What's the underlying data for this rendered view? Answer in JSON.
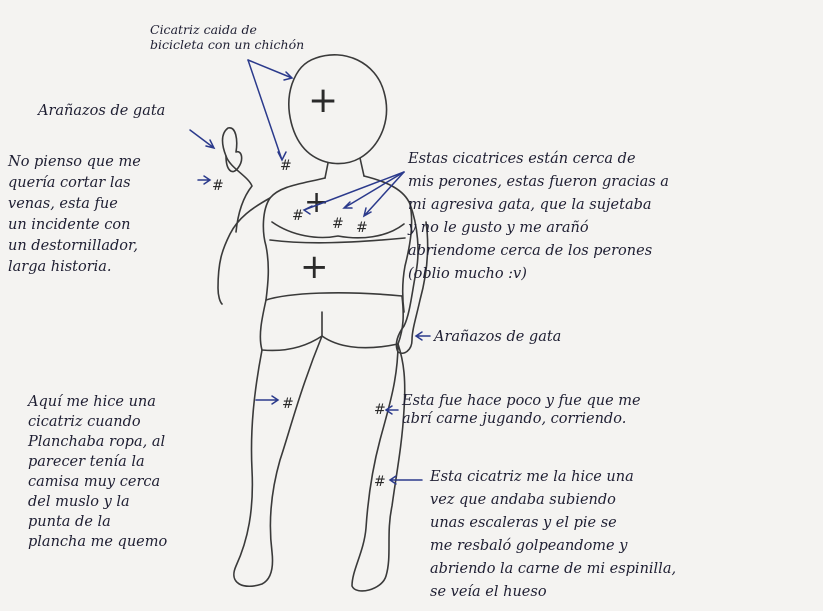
{
  "annotations": {
    "bike_scar": "Cicatriz caida de\nbicicleta con un chichón",
    "cat_scratches_hand": "Arañazos de gata",
    "wrist_note": "No pienso que me\nquería cortar las\nvenas, esta fue\nun incidente con\nun destornillador,\nlarga historia.",
    "chest_scars": "Estas cicatrices están cerca de\nmis perones, estas fueron gracias a\nmi agresiva gata, que la sujetaba\ny no le gusto y me arañó\nabriendome cerca de los perones\n(oblio mucho :v)",
    "cat_scratches_right": "Arañazos de gata",
    "thigh_note": "Aquí me hice una\ncicatriz cuando\nPlanchaba ropa, al\nparecer tenía la\ncamisa muy cerca\ndel muslo y la\npunta de la\nplancha me quemo",
    "knee_note": "Esta fue hace poco y fue que me\nabrí carne jugando, corriendo.",
    "shin_note": "Esta cicatriz me la hice una\nvez que andaba subiendo\nunas escaleras y el pie se\nme resbaló golpeandome y\nabriendo la carne de mi espinilla,\nse veía el hueso"
  },
  "marks": {
    "cross": "+",
    "hash": "#"
  },
  "colors": {
    "ink_pencil": "#3a3a3a",
    "ink_pen": "#1f1f33",
    "arrow": "#2b3a8c",
    "paper": "#f4f3f1"
  }
}
